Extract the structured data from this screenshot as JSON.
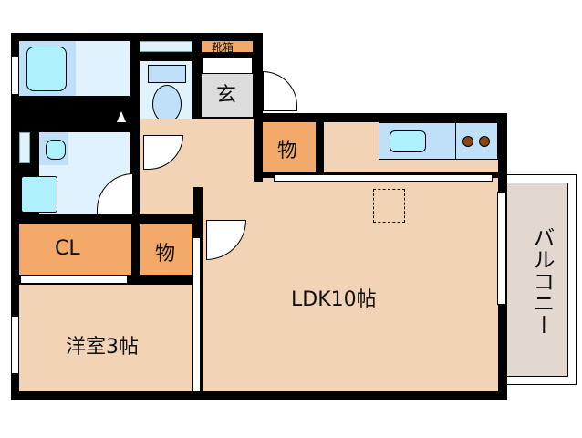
{
  "floor_plan": {
    "rooms": [
      {
        "id": "ldk",
        "label": "LDK10帖"
      },
      {
        "id": "western",
        "label": "洋室3帖"
      },
      {
        "id": "closet",
        "label": "CL"
      },
      {
        "id": "storage_1",
        "label": "物"
      },
      {
        "id": "storage_2",
        "label": "物"
      },
      {
        "id": "entrance",
        "label": "玄"
      },
      {
        "id": "shoe_box",
        "label": "靴箱"
      },
      {
        "id": "balcony",
        "label": "バルコニー"
      }
    ],
    "colors": {
      "wall": "#000000",
      "room": "#f2d3b6",
      "storage": "#f2a96a",
      "wet_area": "#dff2fd",
      "fixture": "#aef0fb",
      "entrance": "#dcdcdc",
      "balcony": "#e2d8cf",
      "stove": "#8b4513"
    }
  }
}
